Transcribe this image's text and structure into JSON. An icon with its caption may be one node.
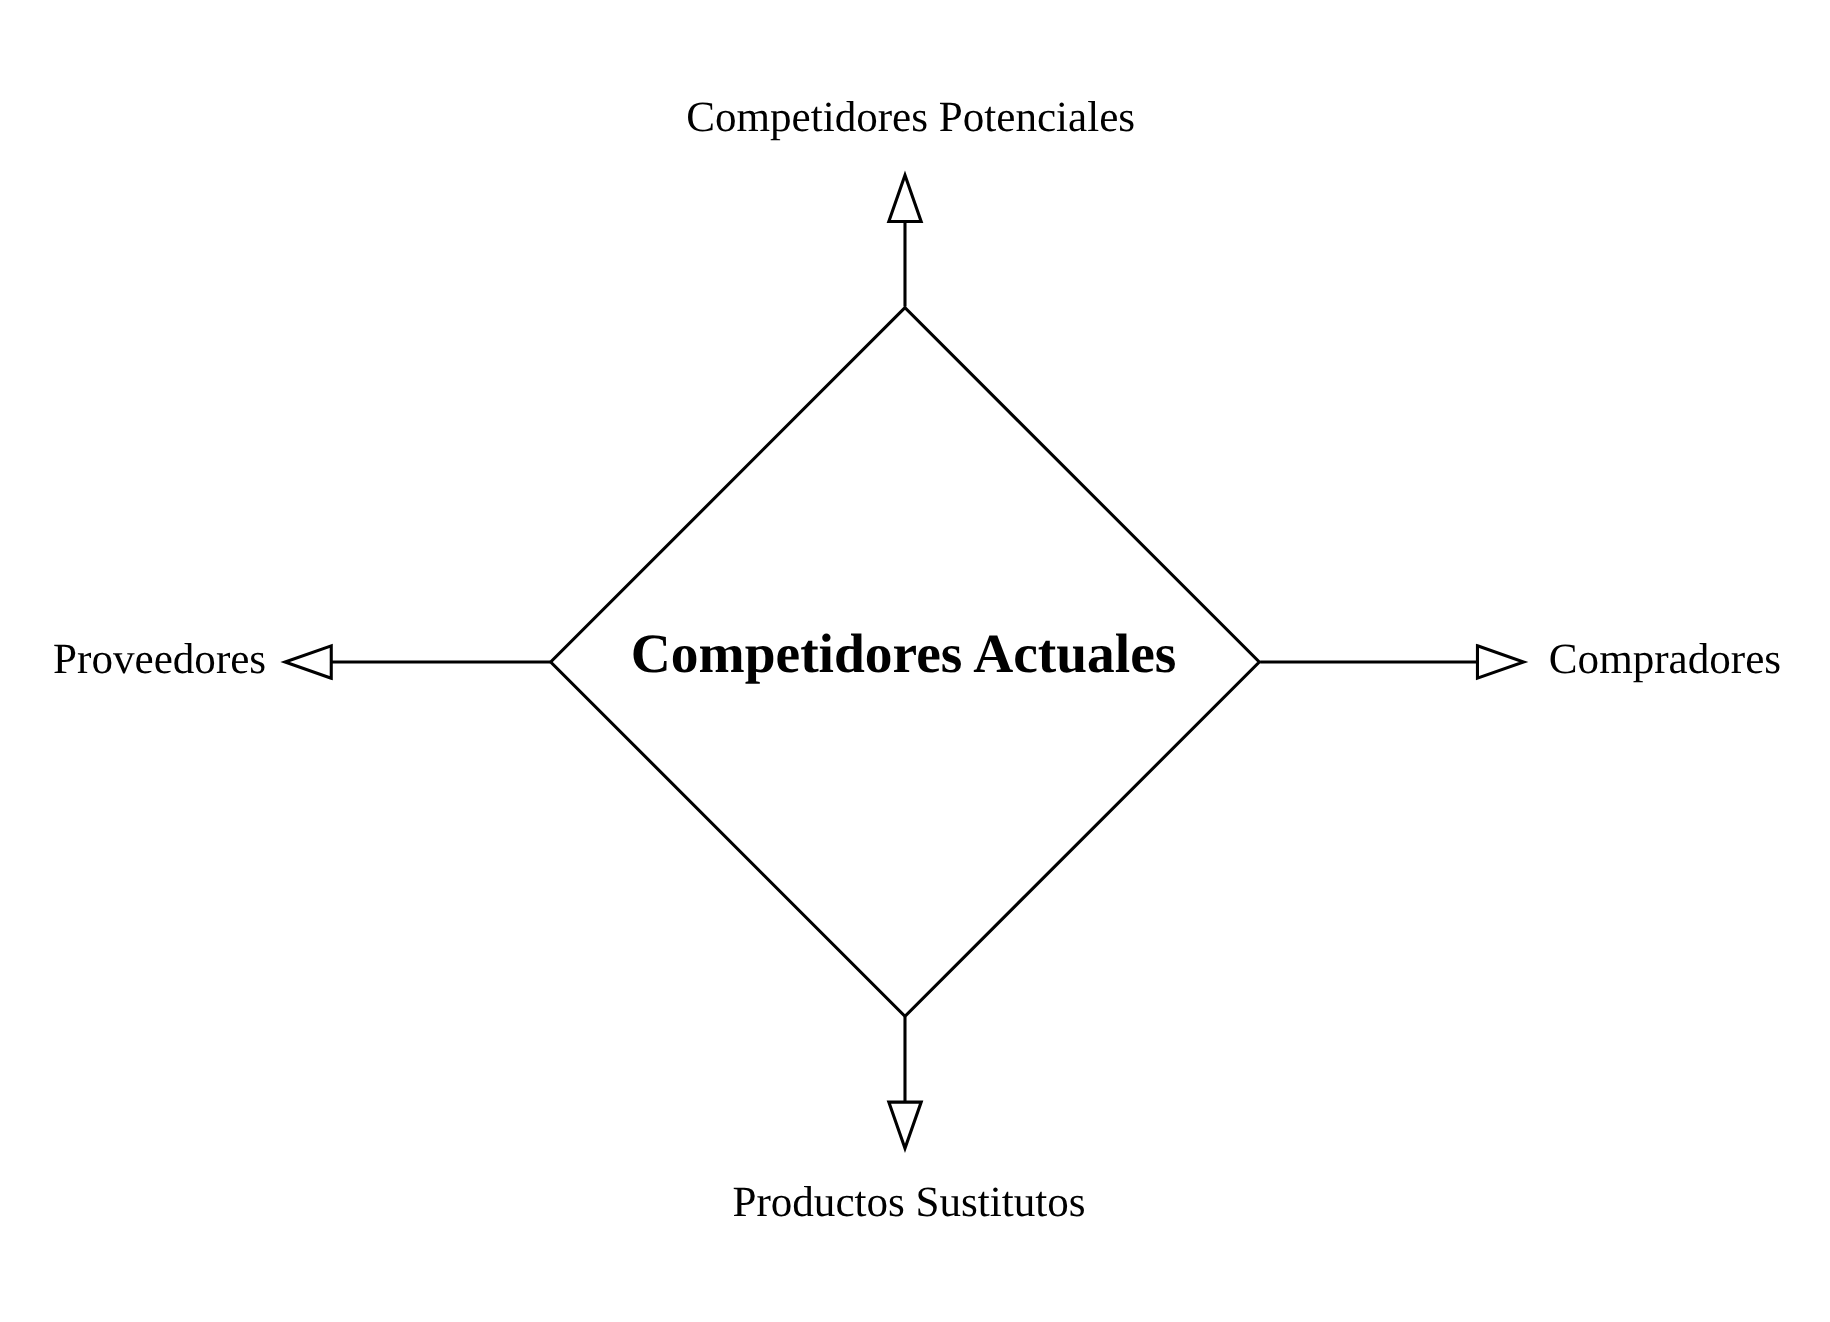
{
  "diagram": {
    "nodes": [
      {
        "text": [
          "Competidores Actuales"
        ]
      },
      {
        "text": [
          "Competidores Potenciales"
        ]
      },
      {
        "text": [
          "Proveedores"
        ]
      },
      {
        "text": [
          "Compradores"
        ]
      },
      {
        "text": [
          "Productos Sustitutos"
        ]
      }
    ],
    "edges": [
      {
        "from": 0,
        "to": 1,
        "arrow": "to"
      },
      {
        "from": 0,
        "to": 2,
        "arrow": "to"
      },
      {
        "from": 0,
        "to": 3,
        "arrow": "to"
      },
      {
        "from": 0,
        "to": 4,
        "arrow": "to"
      }
    ]
  }
}
